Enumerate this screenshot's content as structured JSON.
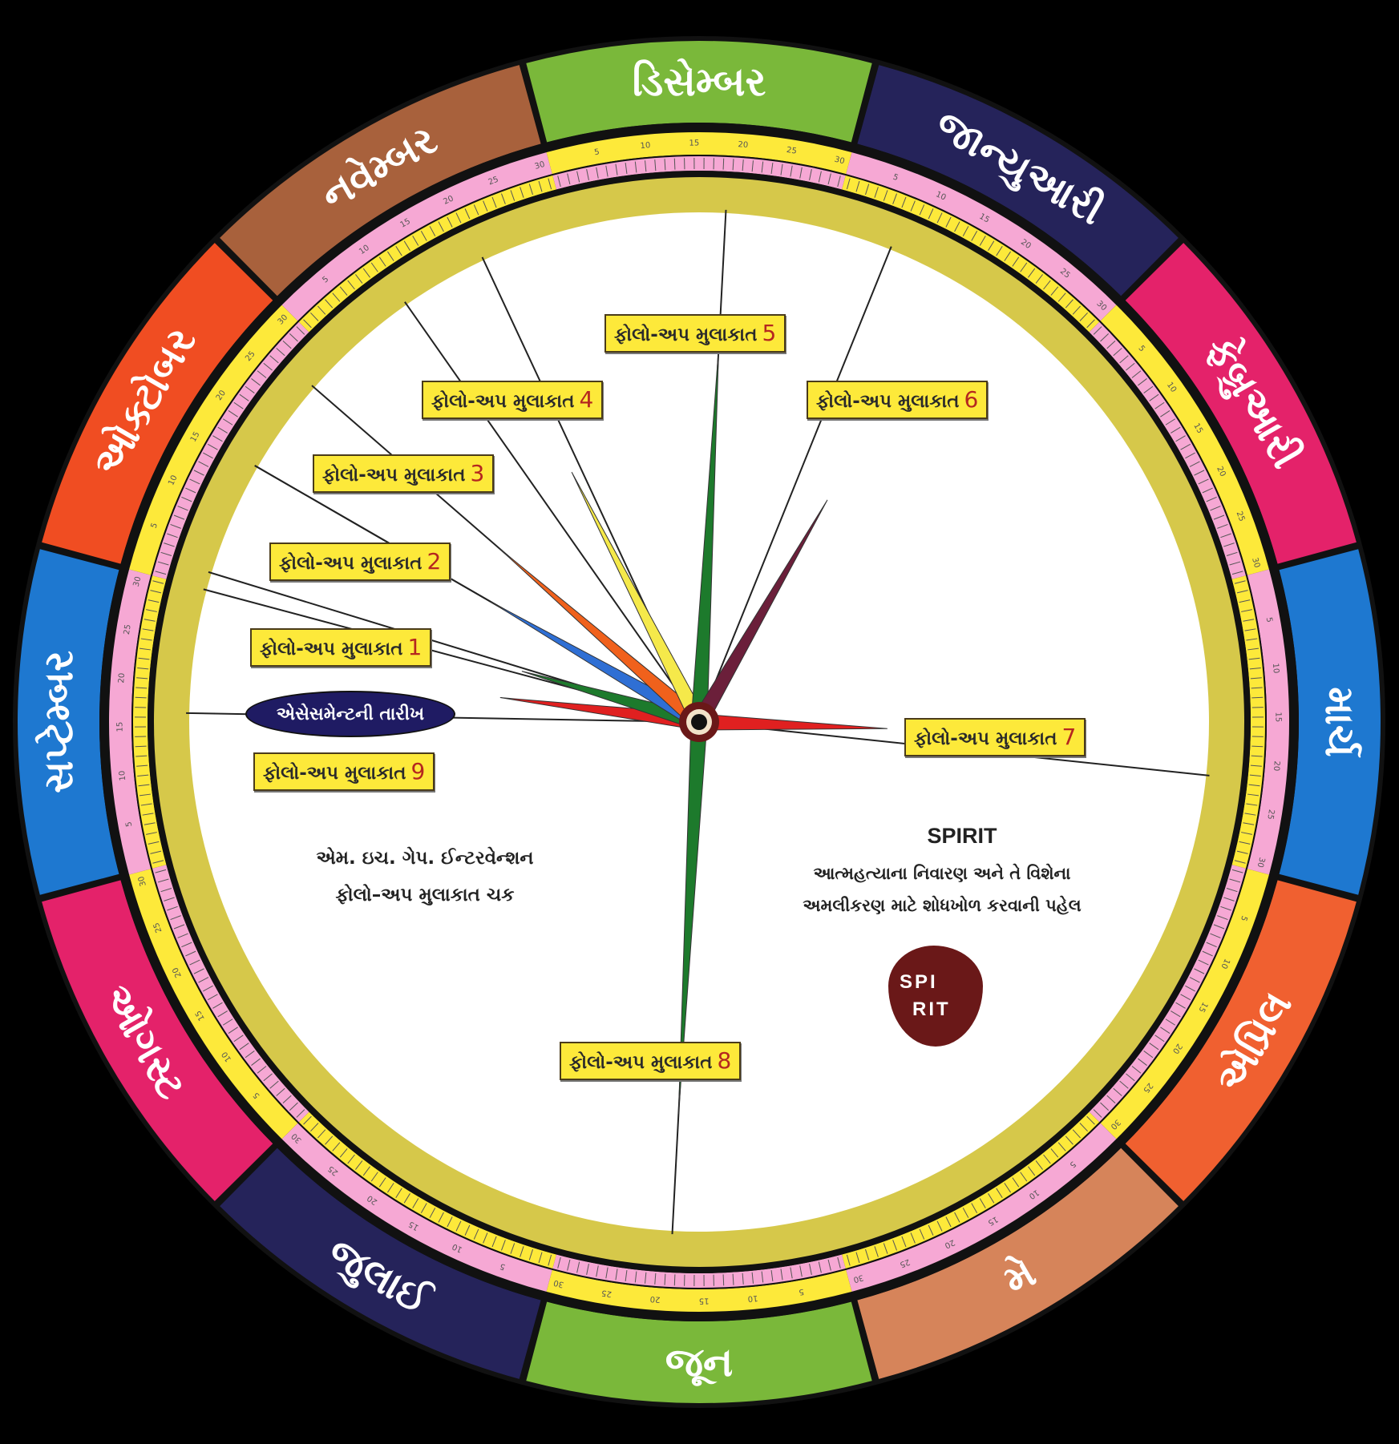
{
  "months": [
    {
      "label": "ડિસેમ્બર",
      "color": "#7ab83a"
    },
    {
      "label": "જાન્યુઆરી",
      "color": "#25235a"
    },
    {
      "label": "ફેબ્રુઆરી",
      "color": "#e4226a"
    },
    {
      "label": "માર્ચ",
      "color": "#1e78d0"
    },
    {
      "label": "એપ્રિલ",
      "color": "#f06030"
    },
    {
      "label": "મે",
      "color": "#d6845a"
    },
    {
      "label": "જૂન",
      "color": "#7ab83a"
    },
    {
      "label": "જુલાઈ",
      "color": "#25235a"
    },
    {
      "label": "ઓગસ્ટ",
      "color": "#e4226a"
    },
    {
      "label": "સપ્ટેમ્બર",
      "color": "#1e78d0"
    },
    {
      "label": "ઓક્ટોબર",
      "color": "#f04d22"
    },
    {
      "label": "નવેમ્બર",
      "color": "#a8613c"
    }
  ],
  "day_ticks": [
    "5",
    "10",
    "15",
    "20",
    "25",
    "30"
  ],
  "followups": [
    {
      "label": "ફોલો-અપ મુલાકાત",
      "number": "1",
      "color": "#1d7a2c"
    },
    {
      "label": "ફોલો-અપ મુલાકાત",
      "number": "2",
      "color": "#2f6fd4"
    },
    {
      "label": "ફોલો-અપ મુલાકાત",
      "number": "3",
      "color": "#f0611c"
    },
    {
      "label": "ફોલો-અપ મુલાકાત",
      "number": "4",
      "color": "#f5e94a"
    },
    {
      "label": "ફોલો-અપ મુલાકાત",
      "number": "5",
      "color": "#1d7a2c"
    },
    {
      "label": "ફોલો-અપ મુલાકાત",
      "number": "6",
      "color": "#6b1f3a"
    },
    {
      "label": "ફોલો-અપ મુલાકાત",
      "number": "7",
      "color": "#e02020"
    },
    {
      "label": "ફોલો-અપ મુલાકાત",
      "number": "8",
      "color": "#1d7a2c"
    },
    {
      "label": "ફોલો-અપ મુલાકાત",
      "number": "9",
      "color": "#1d7a2c"
    }
  ],
  "assessment": {
    "label": "એસેસમેન્ટની તારીખ",
    "color": "#e02020"
  },
  "title": {
    "line1": "એમ. ઇચ. ગેપ. ઈન્ટરવેન્શન",
    "line2": "ફોલો–અપ મુલાકાત ચક"
  },
  "org": {
    "name": "SPIRIT",
    "line1": "આત્મહત્યાના નિવારણ અને તે વિશેના",
    "line2": "અમલીકરણ માટે શોધખોળ કરવાની પહેલ",
    "logo_line1": "SPI",
    "logo_line2": "RIT",
    "logo_color": "#6a1818"
  }
}
